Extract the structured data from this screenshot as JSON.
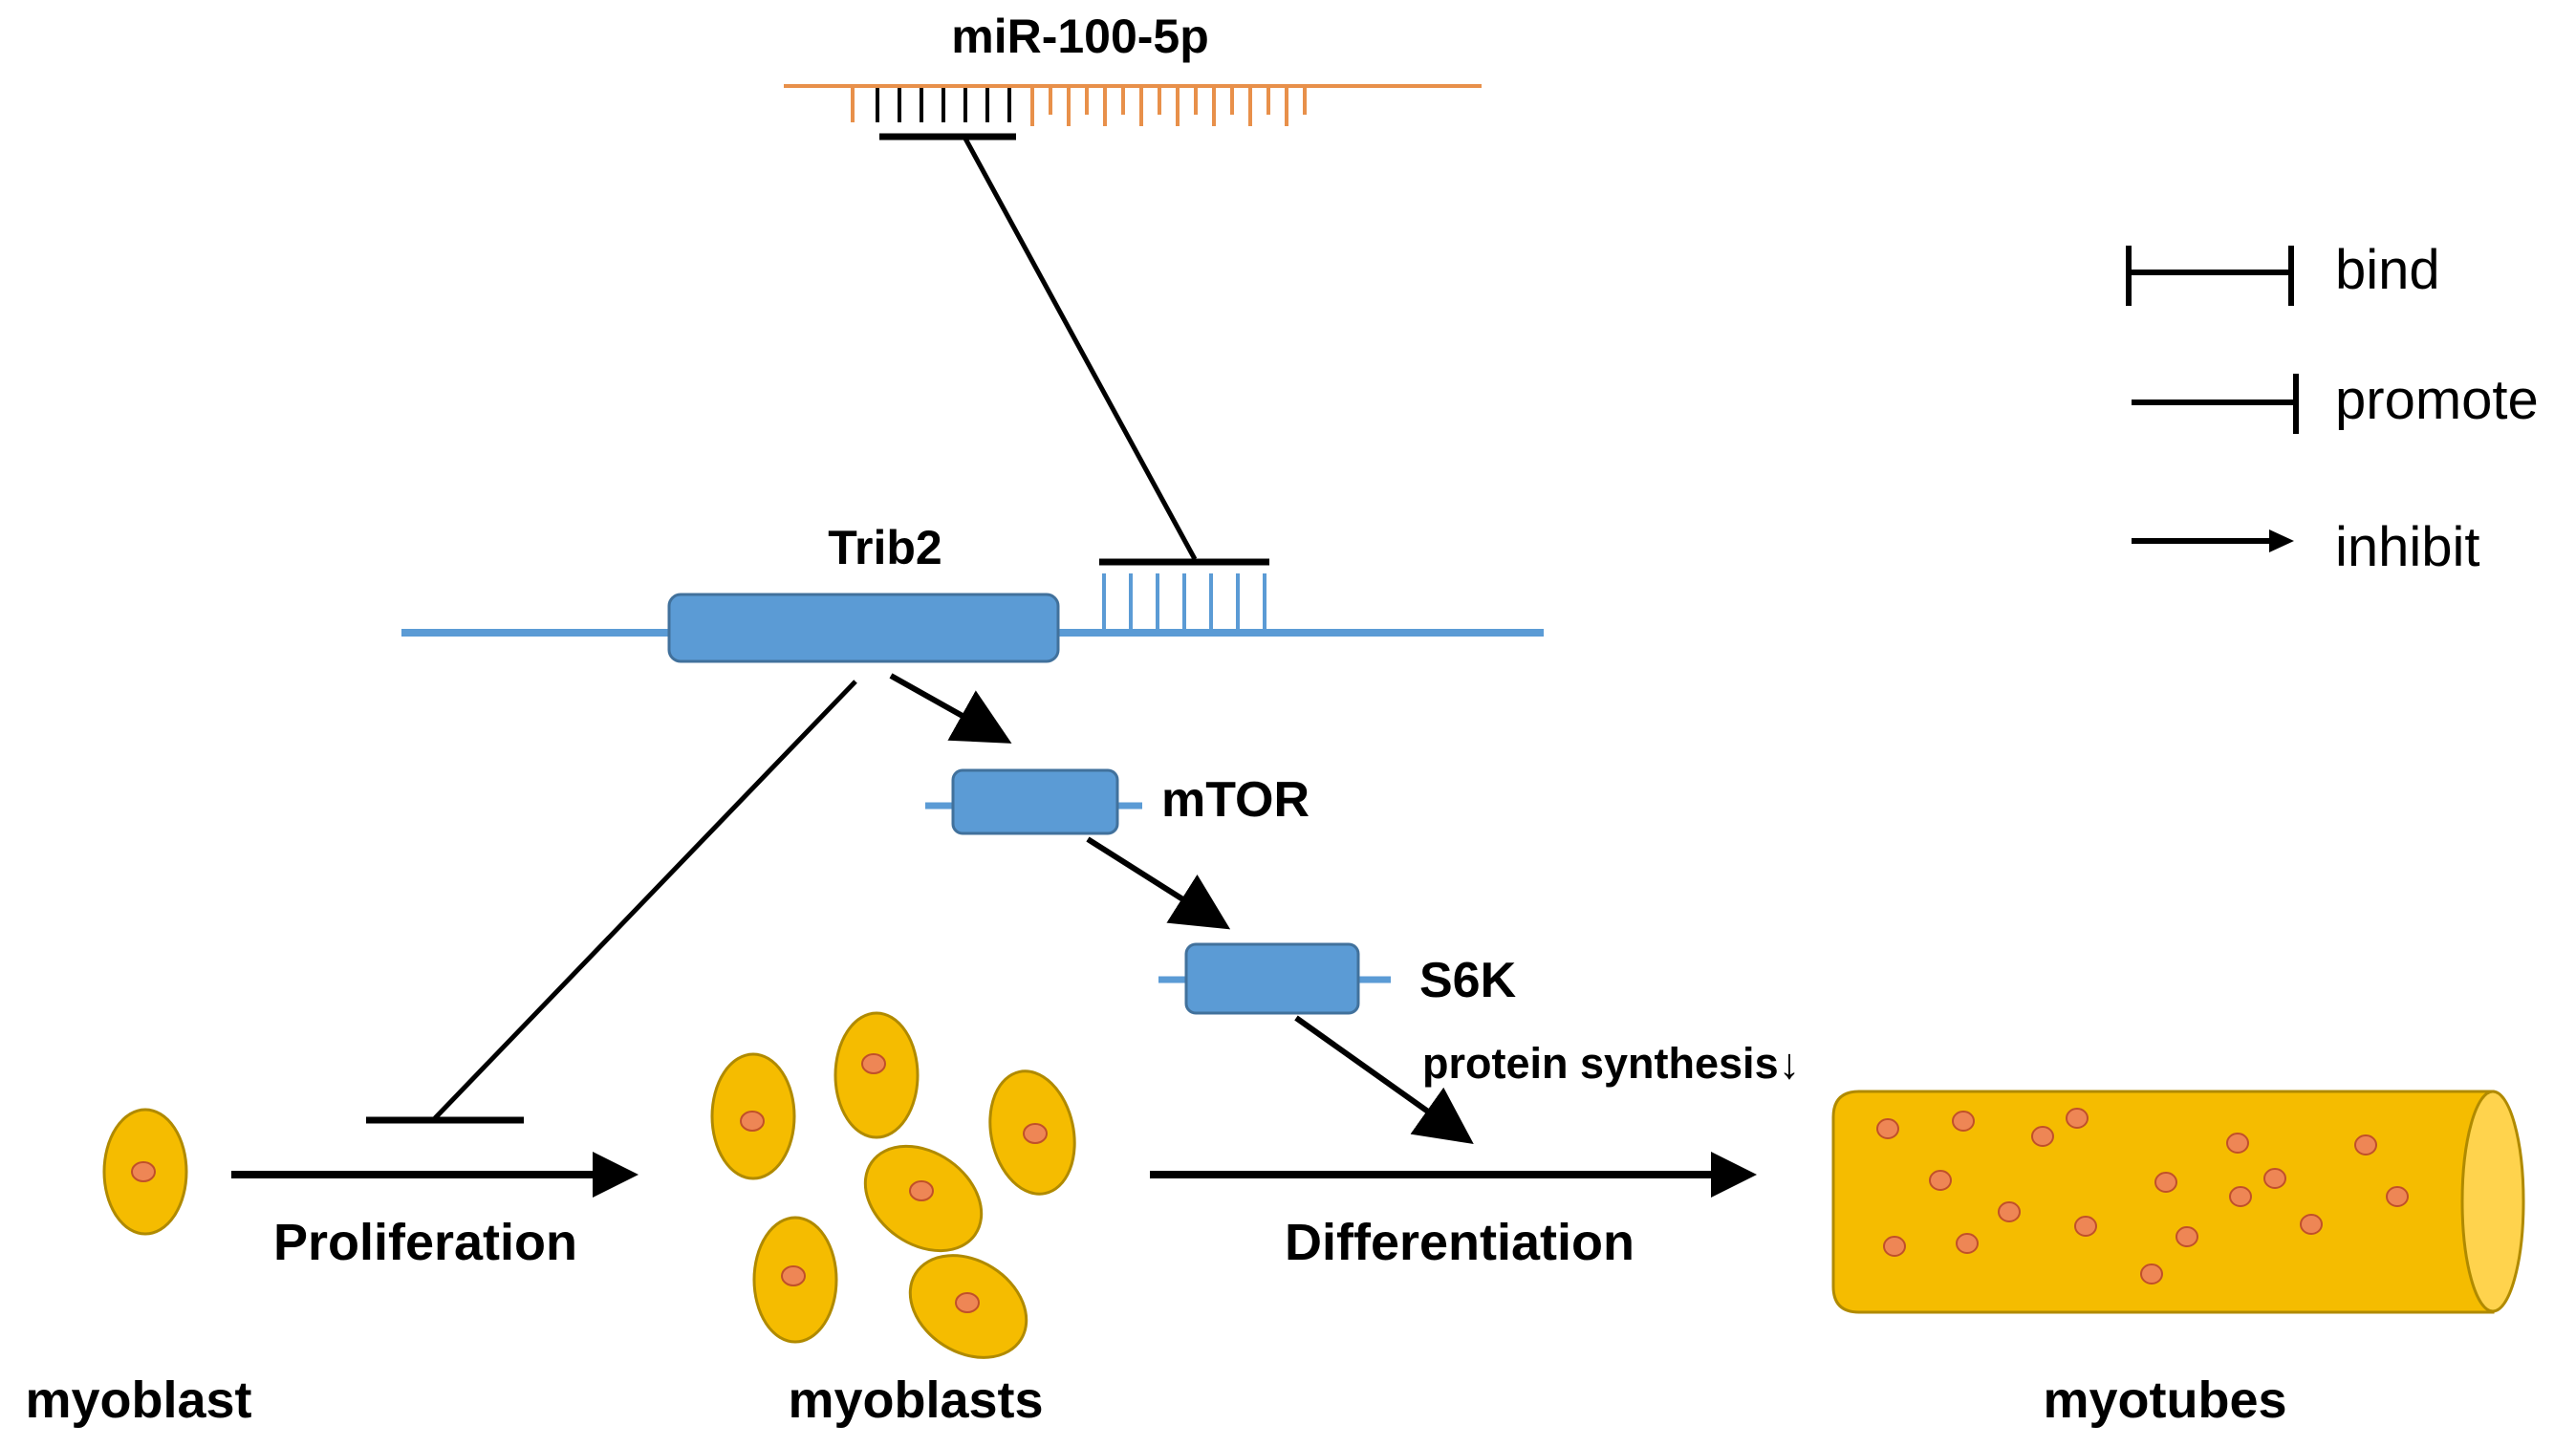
{
  "mirna": {
    "label": "miR-100-5p",
    "strand_color": "#E8904A"
  },
  "trib2": {
    "label": "Trib2",
    "color": "#5B9BD5",
    "box_fill": "#5B9BD5",
    "box_stroke": "#41719C"
  },
  "mtor": {
    "label": "mTOR"
  },
  "s6k": {
    "label": "S6K"
  },
  "protein": {
    "label": "protein synthesis",
    "arrow_glyph": "↓"
  },
  "process": {
    "proliferation": "Proliferation",
    "differentiation": "Differentiation"
  },
  "cells": {
    "myoblast": "myoblast",
    "myoblasts": "myoblasts",
    "myotubes": "myotubes",
    "cell_fill": "#F5BC00",
    "cell_stroke": "#B08A00",
    "nucleus_fill": "#EE8655",
    "nucleus_stroke": "#C0502A",
    "tube_end_fill": "#FFD34D"
  },
  "legend": [
    {
      "label": "bind",
      "icon": "tbar-both-ends-icon"
    },
    {
      "label": "promote",
      "icon": "tbar-icon"
    },
    {
      "label": "inhibit",
      "icon": "arrow-icon"
    }
  ]
}
